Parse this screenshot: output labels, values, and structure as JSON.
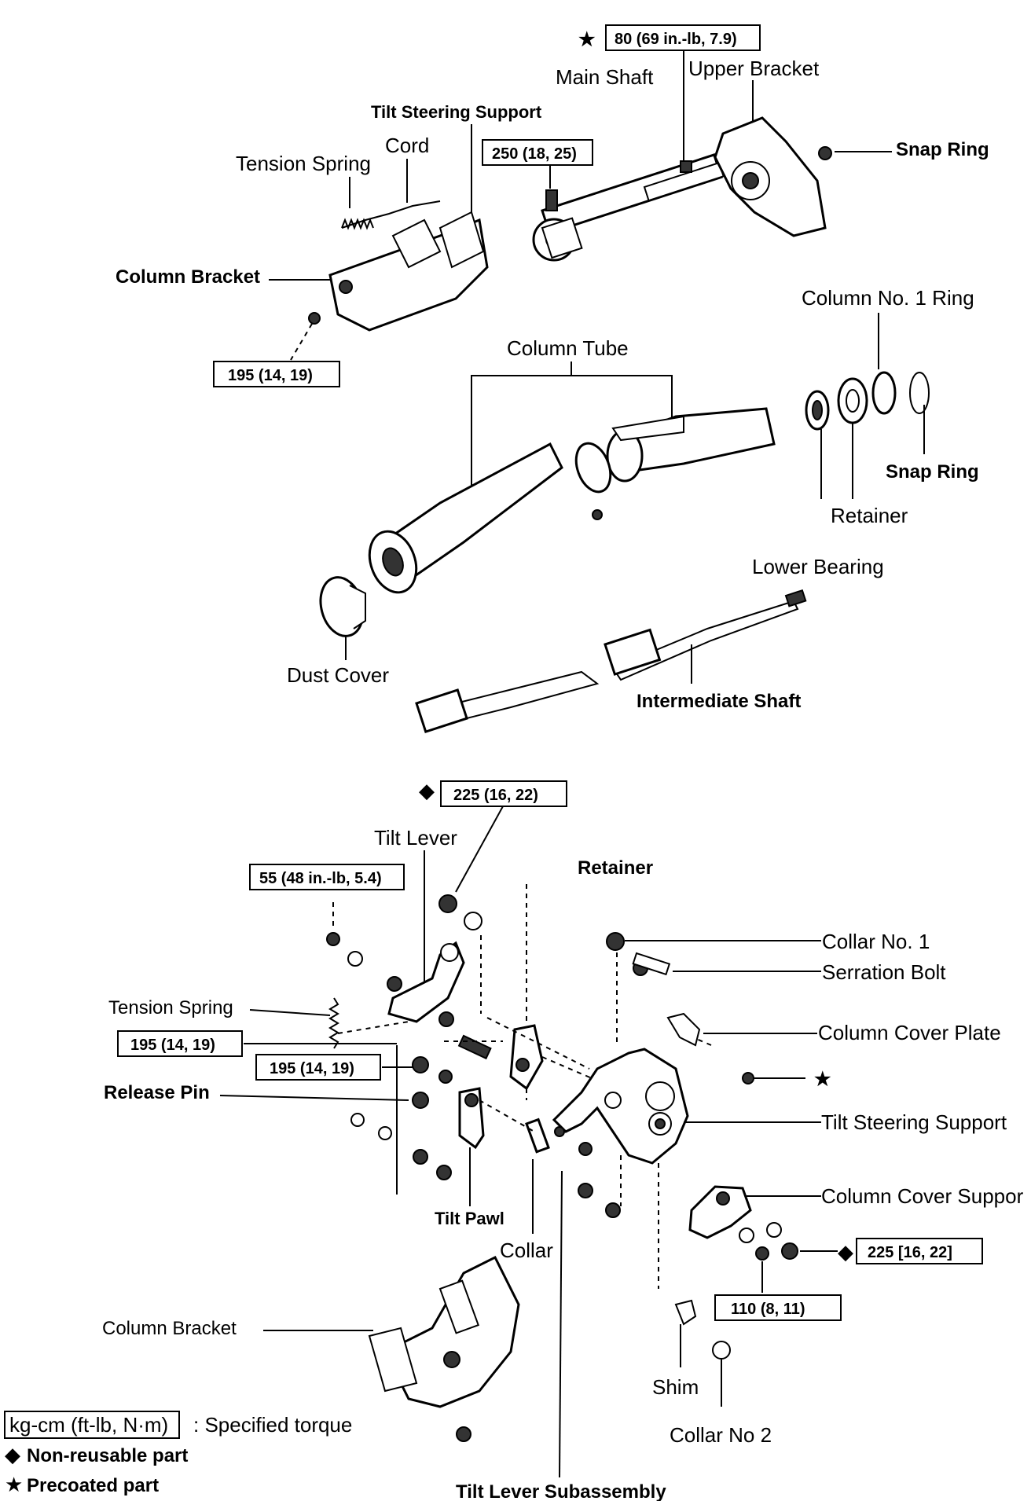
{
  "labels": {
    "main_shaft": "Main Shaft",
    "upper_bracket": "Upper Bracket",
    "tilt_steering_support_top": "Tilt Steering Support",
    "cord": "Cord",
    "tension_spring_top": "Tension Spring",
    "snap_ring_top": "Snap Ring",
    "column_bracket_top": "Column Bracket",
    "column_no1_ring": "Column No. 1 Ring",
    "column_tube": "Column Tube",
    "snap_ring_mid": "Snap Ring",
    "retainer_mid": "Retainer",
    "lower_bearing": "Lower Bearing",
    "dust_cover": "Dust Cover",
    "intermediate_shaft": "Intermediate Shaft",
    "tilt_lever": "Tilt Lever",
    "retainer_low": "Retainer",
    "collar_no1": "Collar No. 1",
    "serration_bolt": "Serration Bolt",
    "tension_spring_low": "Tension Spring",
    "column_cover_plate": "Column Cover Plate",
    "release_pin": "Release Pin",
    "tilt_steering_support_low": "Tilt Steering Support",
    "column_cover_support": "Column Cover Suppor",
    "tilt_pawl": "Tilt Pawl",
    "collar": "Collar",
    "column_bracket_low": "Column Bracket",
    "shim": "Shim",
    "collar_no2": "Collar No 2",
    "tilt_lever_subassembly": "Tilt Lever Subassembly"
  },
  "torques": {
    "t80": "80 (69 in.-lb, 7.9)",
    "t250": "250 (18, 25)",
    "t195_top": "195 (14, 19)",
    "t225_top": "225 (16, 22)",
    "t55": "55 (48 in.-lb, 5.4)",
    "t195_a": "195 (14, 19)",
    "t195_b": "195 (14, 19)",
    "t225_right": "225 [16, 22]",
    "t110": "110 (8, 11)"
  },
  "symbols": {
    "star": "★",
    "diamond": "◆"
  },
  "legend": {
    "unit_box": "kg-cm (ft-lb, N·m)",
    "unit_desc": ": Specified torque",
    "non_reusable": "Non-reusable part",
    "precoated": "Precoated part"
  }
}
